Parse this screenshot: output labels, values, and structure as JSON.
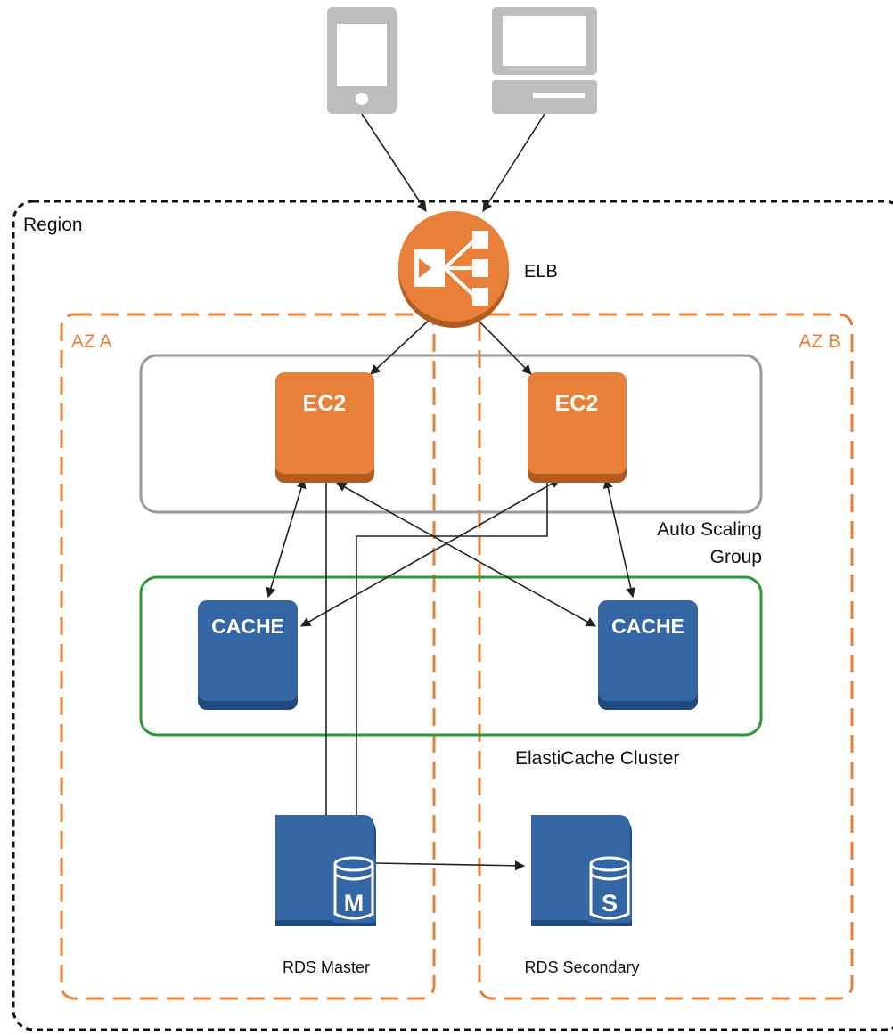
{
  "region": {
    "label": "Region"
  },
  "clients": {
    "mobile_icon": "mobile-phone-icon",
    "desktop_icon": "desktop-computer-icon"
  },
  "elb": {
    "label": "ELB",
    "icon": "load-balancer-icon"
  },
  "zones": [
    {
      "label": "AZ A"
    },
    {
      "label": "AZ B"
    }
  ],
  "autoscaling": {
    "label_line1": "Auto Scaling",
    "label_line2": "Group"
  },
  "ec2": [
    {
      "label": "EC2"
    },
    {
      "label": "EC2"
    }
  ],
  "cache_cluster": {
    "label": "ElastiCache Cluster"
  },
  "caches": [
    {
      "label": "CACHE"
    },
    {
      "label": "CACHE"
    }
  ],
  "rds": {
    "master": {
      "label": "RDS Master",
      "badge": "M"
    },
    "secondary": {
      "label": "RDS Secondary",
      "badge": "S"
    }
  },
  "colors": {
    "aws_orange": "#E8803A",
    "aws_orange_dark": "#B35B1F",
    "aws_blue": "#3466A6",
    "aws_blue_dark": "#1F4A80",
    "asg_border": "#9A9A9A",
    "cluster_border": "#2B9A34",
    "device_gray": "#BDBDBD"
  }
}
